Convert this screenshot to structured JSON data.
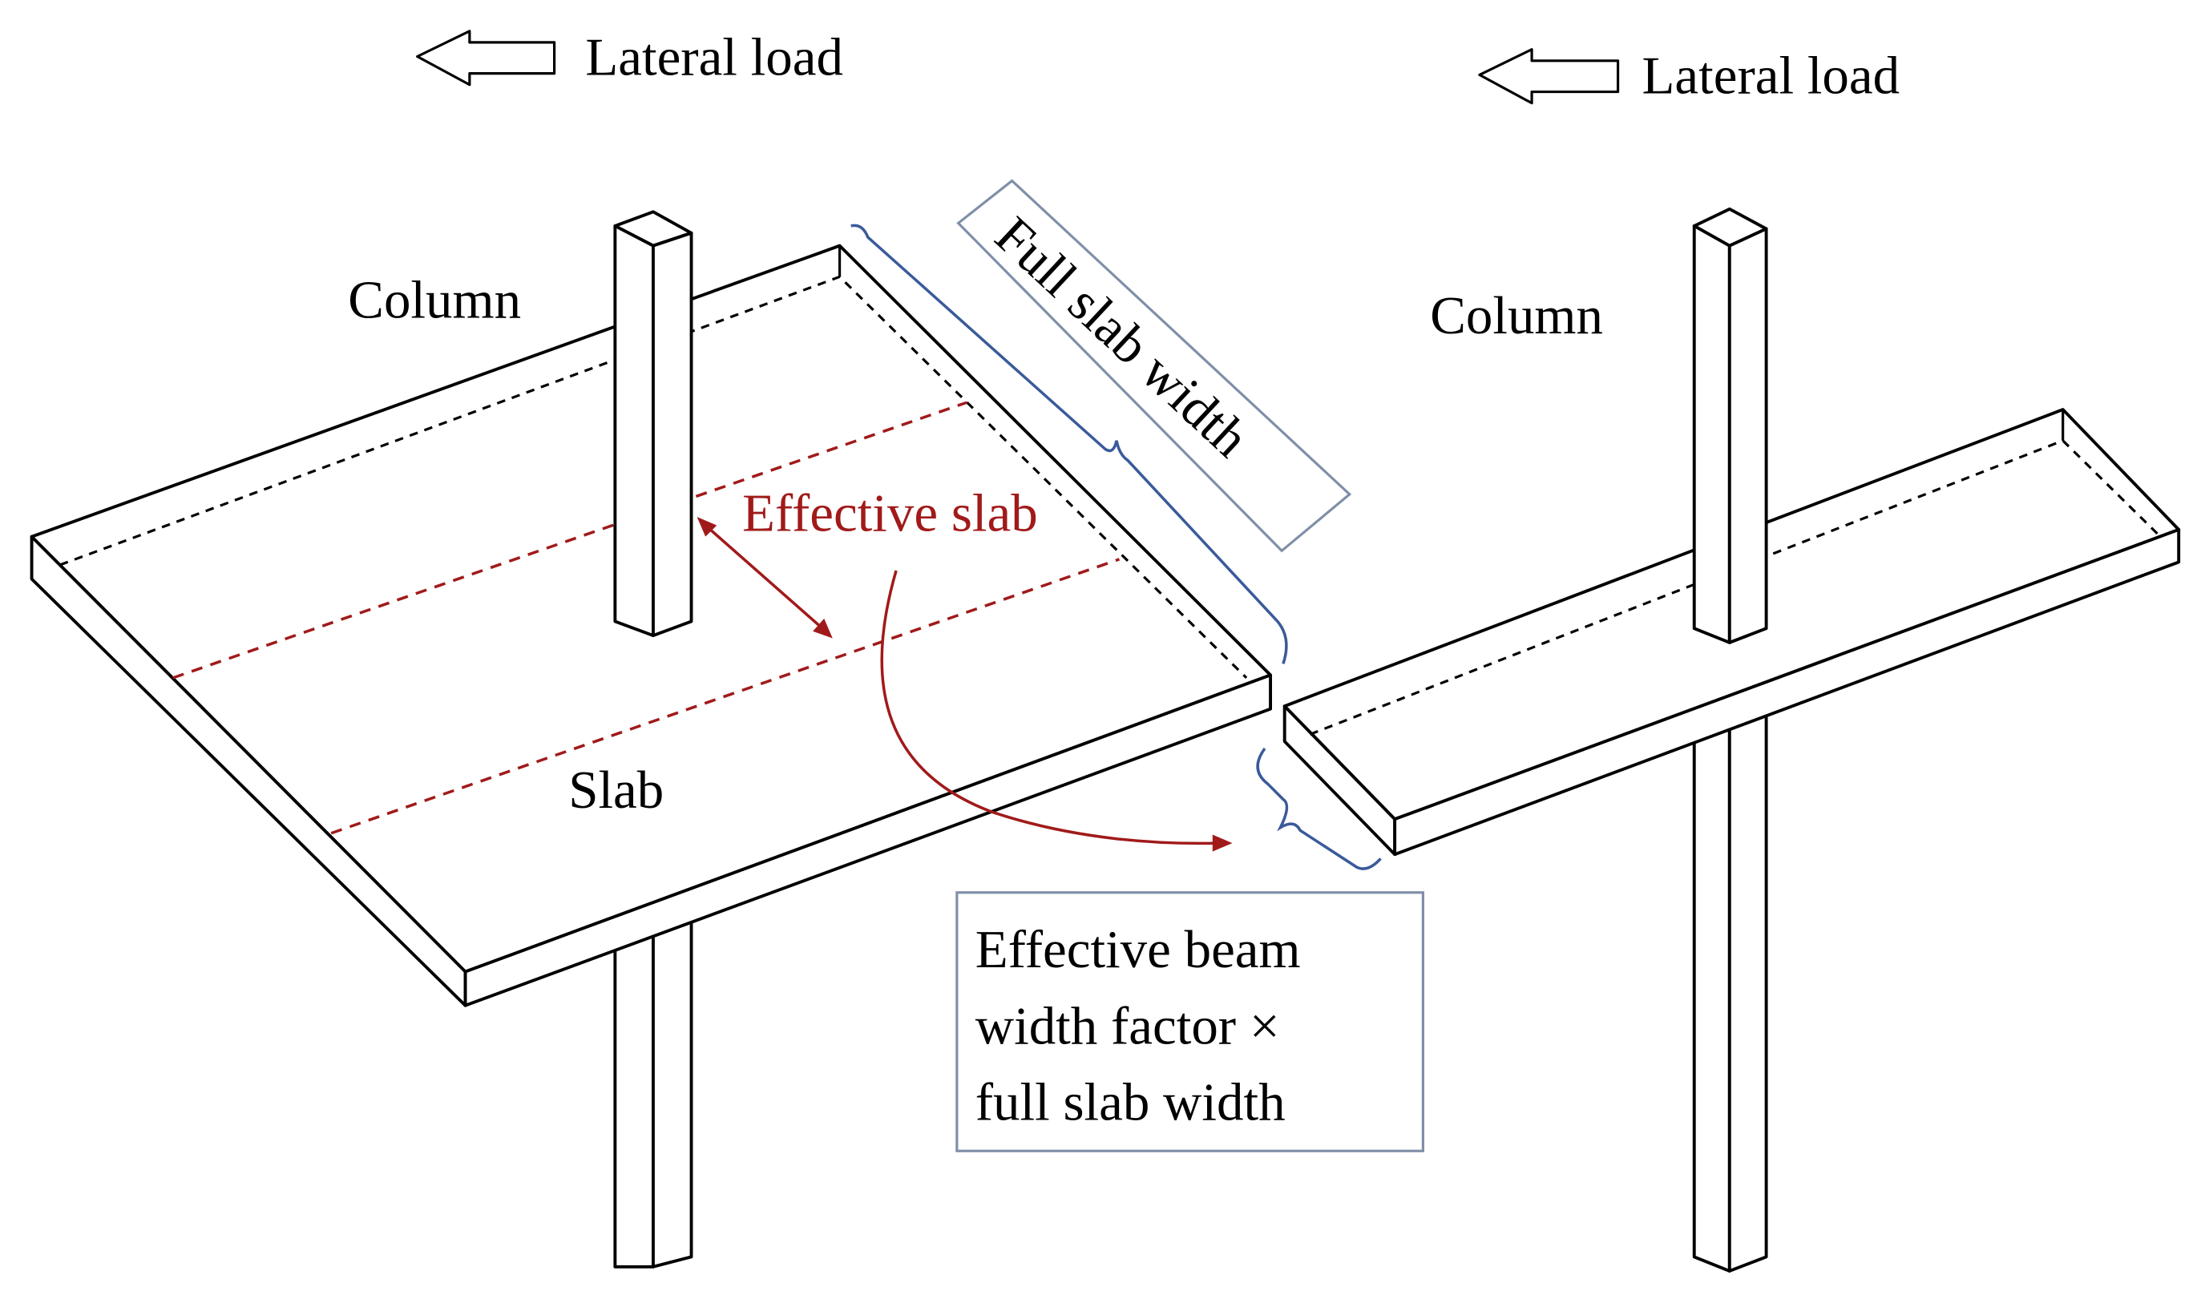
{
  "labels": {
    "lateral_load_left": "Lateral load",
    "lateral_load_right": "Lateral load",
    "column_left": "Column",
    "column_right": "Column",
    "effective_slab": "Effective slab",
    "slab": "Slab",
    "full_slab_width": "Full slab width",
    "effective_beam_lines": [
      "Effective beam",
      "width factor ×",
      "full slab width"
    ]
  },
  "colors": {
    "line": "#000000",
    "red": "#a11a1a",
    "blue": "#3a5a9a",
    "box": "#7f8fa8"
  }
}
